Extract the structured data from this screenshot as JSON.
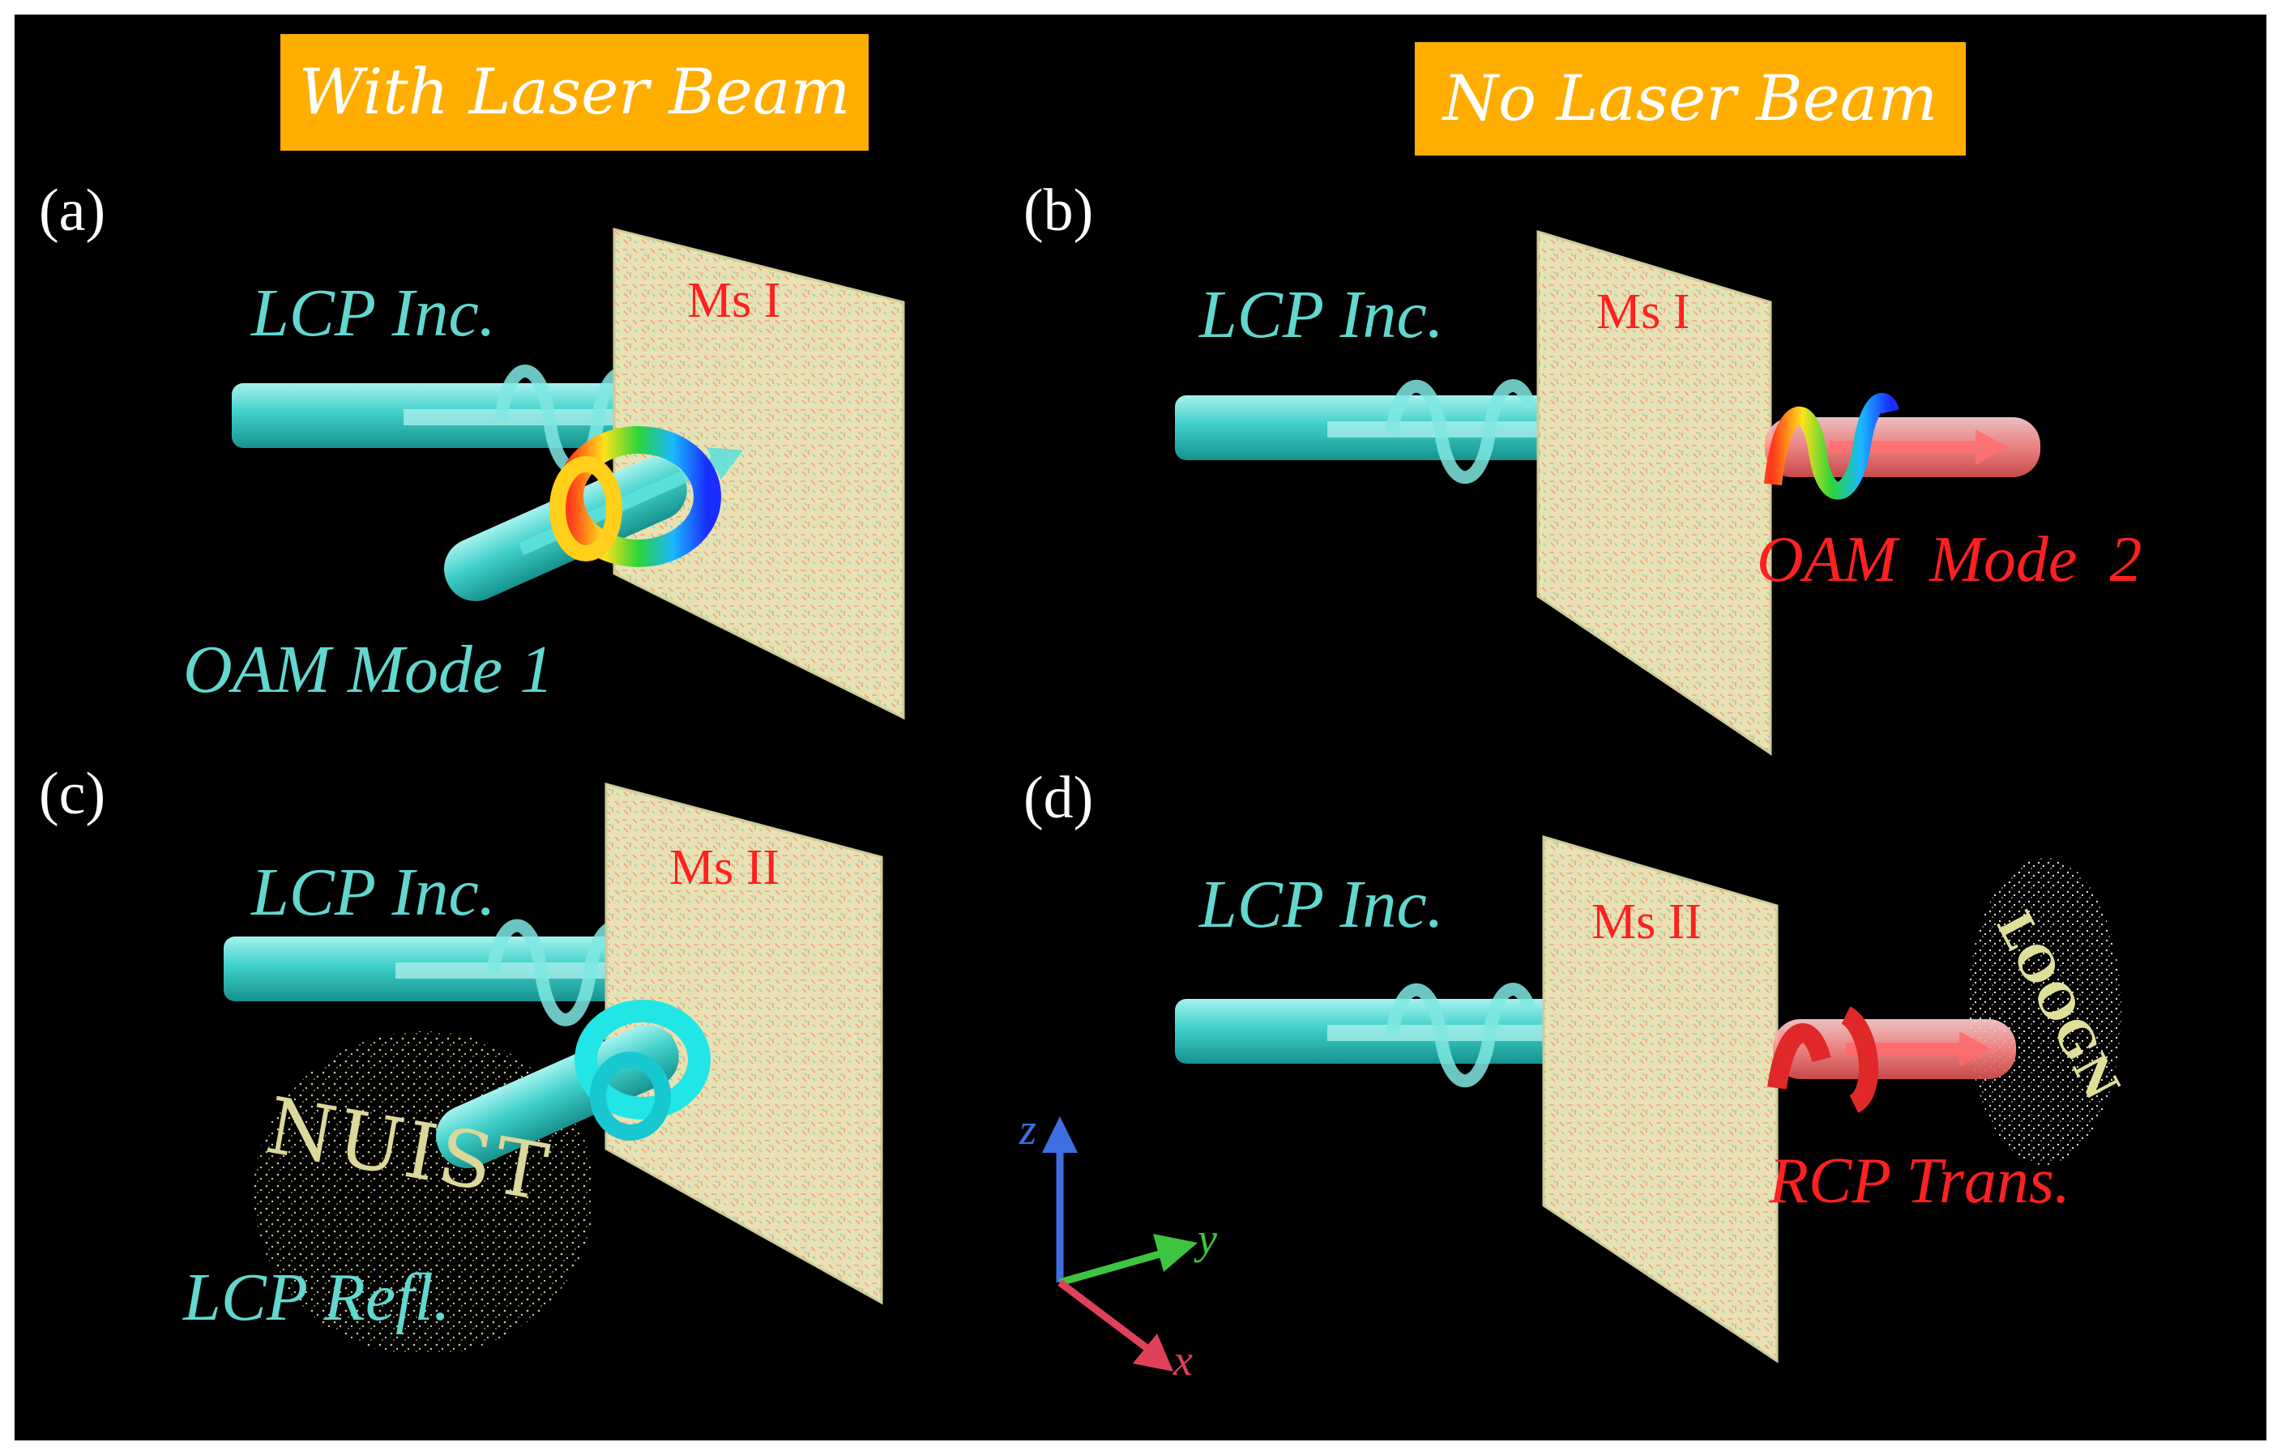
{
  "headers": {
    "left": "With Laser Beam",
    "right": "No Laser Beam"
  },
  "panels": [
    {
      "label": "(a)",
      "incident": "LCP Inc.",
      "surface": "Ms I",
      "output": "OAM Mode 1"
    },
    {
      "label": "(b)",
      "incident": "LCP Inc.",
      "surface": "Ms I",
      "output": "OAM  Mode  2"
    },
    {
      "label": "(c)",
      "incident": "LCP Inc.",
      "surface": "Ms II",
      "output": "LCP Refl.",
      "hologram": "NUIST"
    },
    {
      "label": "(d)",
      "incident": "LCP Inc.",
      "surface": "Ms II",
      "output": "RCP Trans.",
      "hologram": "LOOGN"
    }
  ],
  "axes": {
    "z": "z",
    "y": "y",
    "x": "x"
  },
  "colors": {
    "background": "#000000",
    "header": "#ffae00",
    "cyan_text": "#61d7cf",
    "red_text": "#ff2020",
    "metasurface": "#e6e2b4",
    "axis_z": "#3d6fe0",
    "axis_y": "#3fc43f",
    "axis_x": "#e0405a"
  }
}
